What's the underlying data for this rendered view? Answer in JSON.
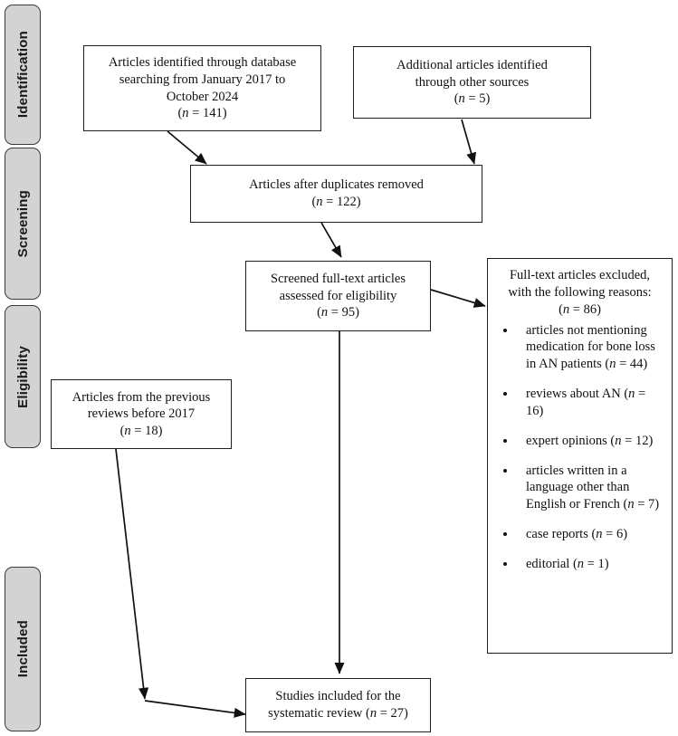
{
  "diagram": {
    "type": "prisma-flow-diagram",
    "title": "PRISMA study selection flow diagram",
    "phase_label_bg": "#d3d3d3",
    "box_border_color": "#1d1d1d"
  },
  "phases": [
    {
      "id": "identification",
      "label": "Identification"
    },
    {
      "id": "screening",
      "label": "Screening"
    },
    {
      "id": "eligibility",
      "label": "Eligibility"
    },
    {
      "id": "included",
      "label": "Included"
    }
  ],
  "nodes": {
    "database_search": {
      "lines": [
        "Articles identified through database",
        "searching from January 2017 to",
        "October 2024"
      ],
      "count_label": "(n = 141)",
      "n": 141
    },
    "other_sources": {
      "lines": [
        "Additional articles identified",
        "through other sources"
      ],
      "count_label": "(n = 5)",
      "n": 5
    },
    "duplicates_removed": {
      "lines": [
        "Articles after duplicates removed"
      ],
      "count_label": "(n = 122)",
      "n": 122
    },
    "screened_fulltext": {
      "lines": [
        "Screened full-text articles",
        "assessed for eligibility"
      ],
      "count_label": "(n = 95)",
      "n": 95
    },
    "previous_reviews": {
      "lines": [
        "Articles from the previous",
        "reviews before 2017"
      ],
      "count_label": "(n = 18)",
      "n": 18
    },
    "included_studies": {
      "lines": [
        "Studies included for the",
        "systematic review (n = 27)"
      ],
      "count_label": "",
      "n": 27
    },
    "excluded": {
      "head_lines": [
        "Full-text articles excluded,",
        "with the following reasons:"
      ],
      "count_label": "(n = 86)",
      "n": 86,
      "reasons": [
        {
          "text": "articles not mentioning medication for bone loss in AN patients (n = 44)",
          "n": 44
        },
        {
          "text": "reviews about AN (n = 16)",
          "n": 16
        },
        {
          "text": " expert opinions  (n = 12)",
          "n": 12
        },
        {
          "text": "articles written in a language other than English or French (n = 7)",
          "n": 7
        },
        {
          "text": "case reports (n = 6)",
          "n": 6
        },
        {
          "text": "editorial (n = 1)",
          "n": 1
        }
      ]
    }
  }
}
